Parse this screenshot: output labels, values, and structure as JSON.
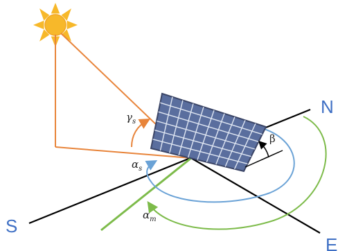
{
  "labels": {
    "north": "N",
    "south": "S",
    "east": "E",
    "gamma": {
      "main": "γ",
      "sub": "s"
    },
    "alpha_s": {
      "main": "α",
      "sub": "s"
    },
    "alpha_m": {
      "main": "α",
      "sub": "m"
    },
    "beta": "β"
  },
  "colors": {
    "sun_fill": "#f7b82a",
    "sun_rays": "#f7b82a",
    "sun_ray_line": "#e8843a",
    "panel_cell": "#5a6e9e",
    "panel_grid": "#dfe6f2",
    "panel_frame": "#3b4566",
    "ground_line": "#000000",
    "azimuth_arc": "#6aa2d6",
    "panel_azimuth_arc": "#7dbb4a",
    "label_blue": "#3e6fc4"
  },
  "panel_grid": {
    "rows": 6,
    "cols": 10
  }
}
